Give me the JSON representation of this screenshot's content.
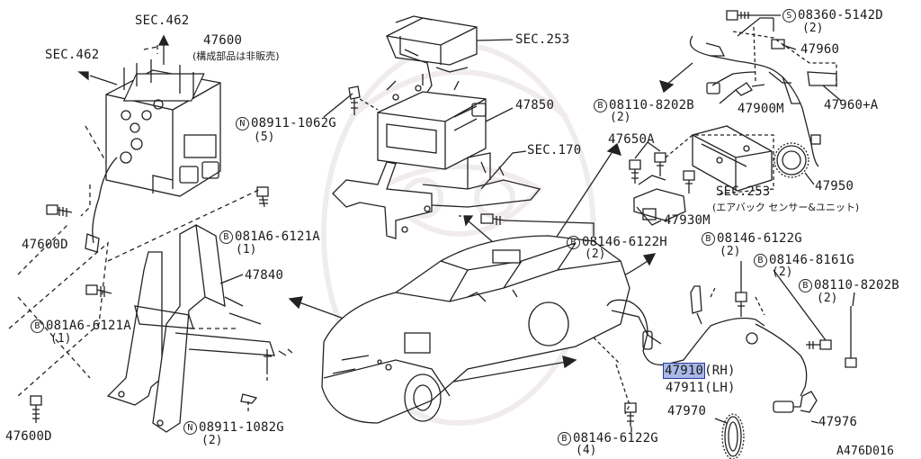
{
  "diagram": {
    "code": "A476D016",
    "labels": {
      "sec462_top": "SEC.462",
      "sec462_left": "SEC.462",
      "p47600": "47600",
      "p47600_note": "(構成部品は非販売)",
      "sec253_top": "SEC.253",
      "p47850": "47850",
      "sec170": "SEC.170",
      "p47650a": "47650A",
      "sec253_mid": "SEC.253",
      "sec253_note": "(エアバック センサー&ユニット)",
      "p47930m": "47930M",
      "n_08911_1062g": "08911-1062G",
      "n_08911_1062g_qty": "(5)",
      "b_08110_8202b_top": "08110-8202B",
      "b_08110_8202b_top_qty": "(2)",
      "p47900m": "47900M",
      "p47960a": "47960+A",
      "p47960": "47960",
      "s_08360_5142d": "08360-5142D",
      "s_08360_5142d_qty": "(2)",
      "p47950": "47950",
      "p47600d_a": "47600D",
      "b_081a6_6121a_a": "081A6-6121A",
      "b_081a6_6121a_a_qty": "(1)",
      "p47840": "47840",
      "b_081a6_6121a_b": "081A6-6121A",
      "b_081a6_6121a_b_qty": "(1)",
      "p47600d_b": "47600D",
      "n_08911_1082g": "08911-1082G",
      "n_08911_1082g_qty": "(2)",
      "b_08146_6122h": "08146-6122H",
      "b_08146_6122h_qty": "(2)",
      "b_08146_6122g_top": "08146-6122G",
      "b_08146_6122g_top_qty": "(2)",
      "b_08146_8161g": "08146-8161G",
      "b_08146_8161g_qty": "(2)",
      "b_08110_8202b_right": "08110-8202B",
      "b_08110_8202b_right_qty": "(2)",
      "p47910": "47910",
      "p47910_side": "(RH)",
      "p47911": "47911",
      "p47911_side": "(LH)",
      "p47970": "47970",
      "p47976": "47976",
      "b_08146_6122g_bot": "08146-6122G",
      "b_08146_6122g_bot_qty": "(4)"
    },
    "prefix": {
      "b": "B",
      "n": "N",
      "s": "S"
    }
  }
}
